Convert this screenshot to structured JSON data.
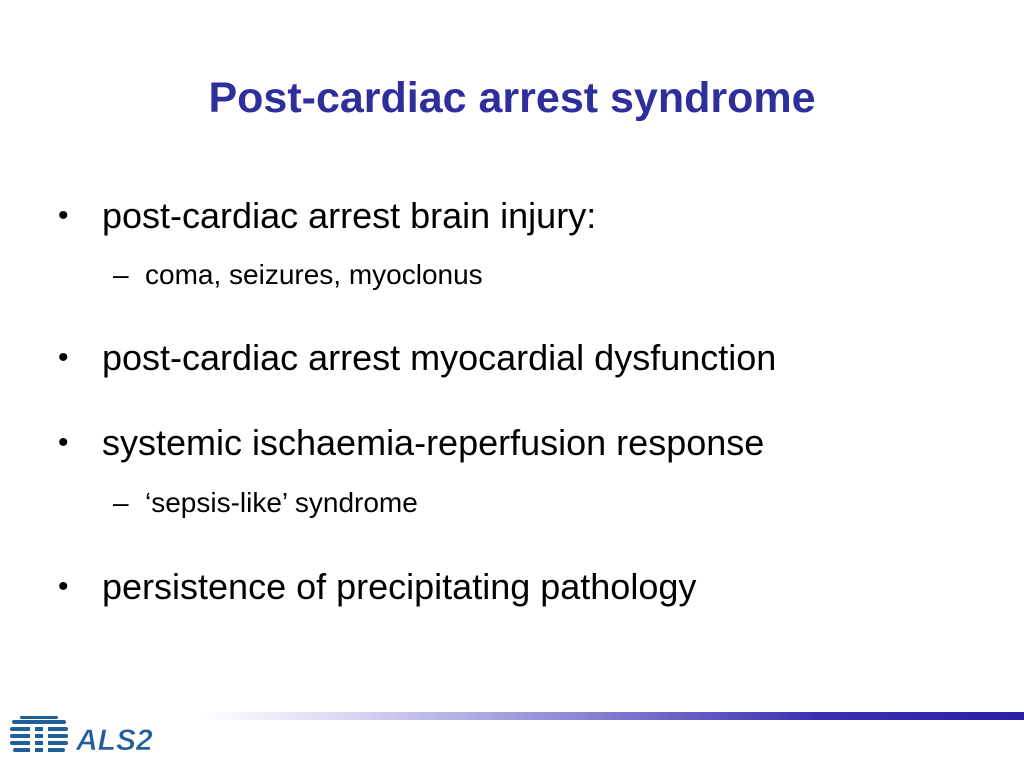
{
  "slide": {
    "title": "Post-cardiac arrest syndrome",
    "bullets": [
      {
        "text": "post-cardiac arrest brain injury:",
        "sub": [
          "coma, seizures, myoclonus"
        ]
      },
      {
        "text": "post-cardiac arrest myocardial dysfunction",
        "sub": []
      },
      {
        "text": "systemic ischaemia-reperfusion response",
        "sub": [
          "‘sepsis-like’ syndrome"
        ]
      },
      {
        "text": "persistence of precipitating pathology",
        "sub": []
      }
    ],
    "bullet_glyph": "•",
    "sub_glyph": "–"
  },
  "footer": {
    "logo_text": "ALS2",
    "logo_icon": "globe-icon"
  },
  "colors": {
    "title": "#2e2f9a",
    "body_text": "#000000",
    "accent": "#2a1fa6",
    "logo": "#1f5f9a"
  }
}
